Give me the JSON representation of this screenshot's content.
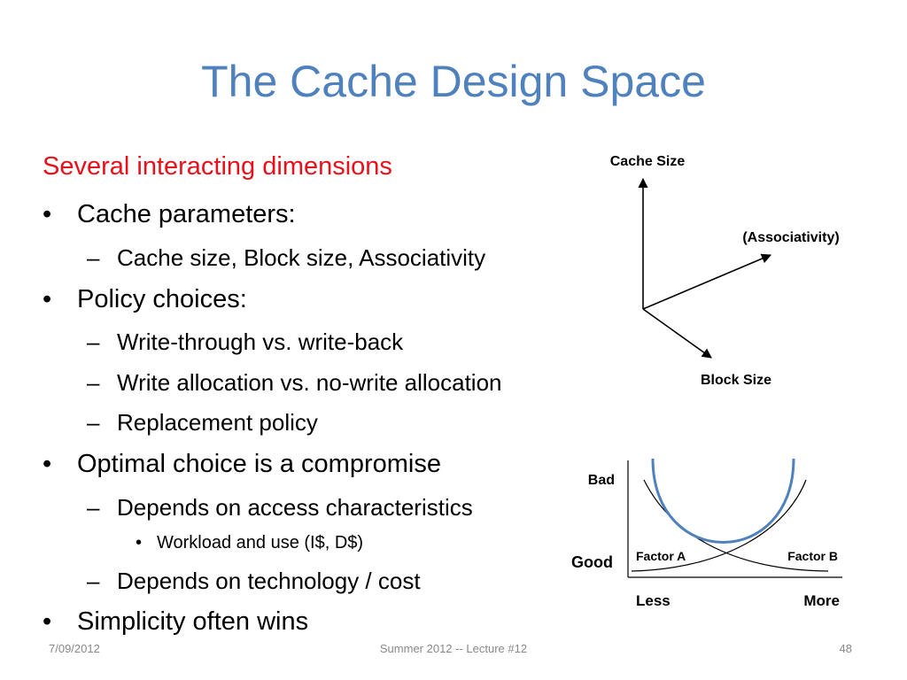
{
  "slide": {
    "title": "The Cache Design Space",
    "heading": "Several interacting dimensions",
    "bullets": [
      {
        "marker": "•",
        "text": "Cache parameters:"
      },
      {
        "marker": "–",
        "text": "Cache size, Block size, Associativity"
      },
      {
        "marker": "•",
        "text": "Policy choices:"
      },
      {
        "marker": "–",
        "text": "Write-through vs. write-back"
      },
      {
        "marker": "–",
        "text": "Write allocation vs. no-write allocation"
      },
      {
        "marker": "–",
        "text": "Replacement policy"
      },
      {
        "marker": "•",
        "text": "Optimal choice is a compromise"
      },
      {
        "marker": "–",
        "text": "Depends on access characteristics"
      },
      {
        "marker": "•",
        "text": "Workload and use (I$, D$)"
      },
      {
        "marker": "–",
        "text": "Depends on technology / cost"
      },
      {
        "marker": "•",
        "text": "Simplicity often wins"
      }
    ]
  },
  "axes_diagram": {
    "y_label": "Cache Size",
    "z_label": "(Associativity)",
    "x_label": "Block Size"
  },
  "tradeoff_diagram": {
    "bad_label": "Bad",
    "good_label": "Good",
    "factor_a": "Factor A",
    "factor_b": "Factor B",
    "less_label": "Less",
    "more_label": "More",
    "optimum_curve_color": "#4f81bd"
  },
  "footer": {
    "date": "7/09/2012",
    "course": "Summer 2012 -- Lecture #12",
    "page": "48"
  }
}
